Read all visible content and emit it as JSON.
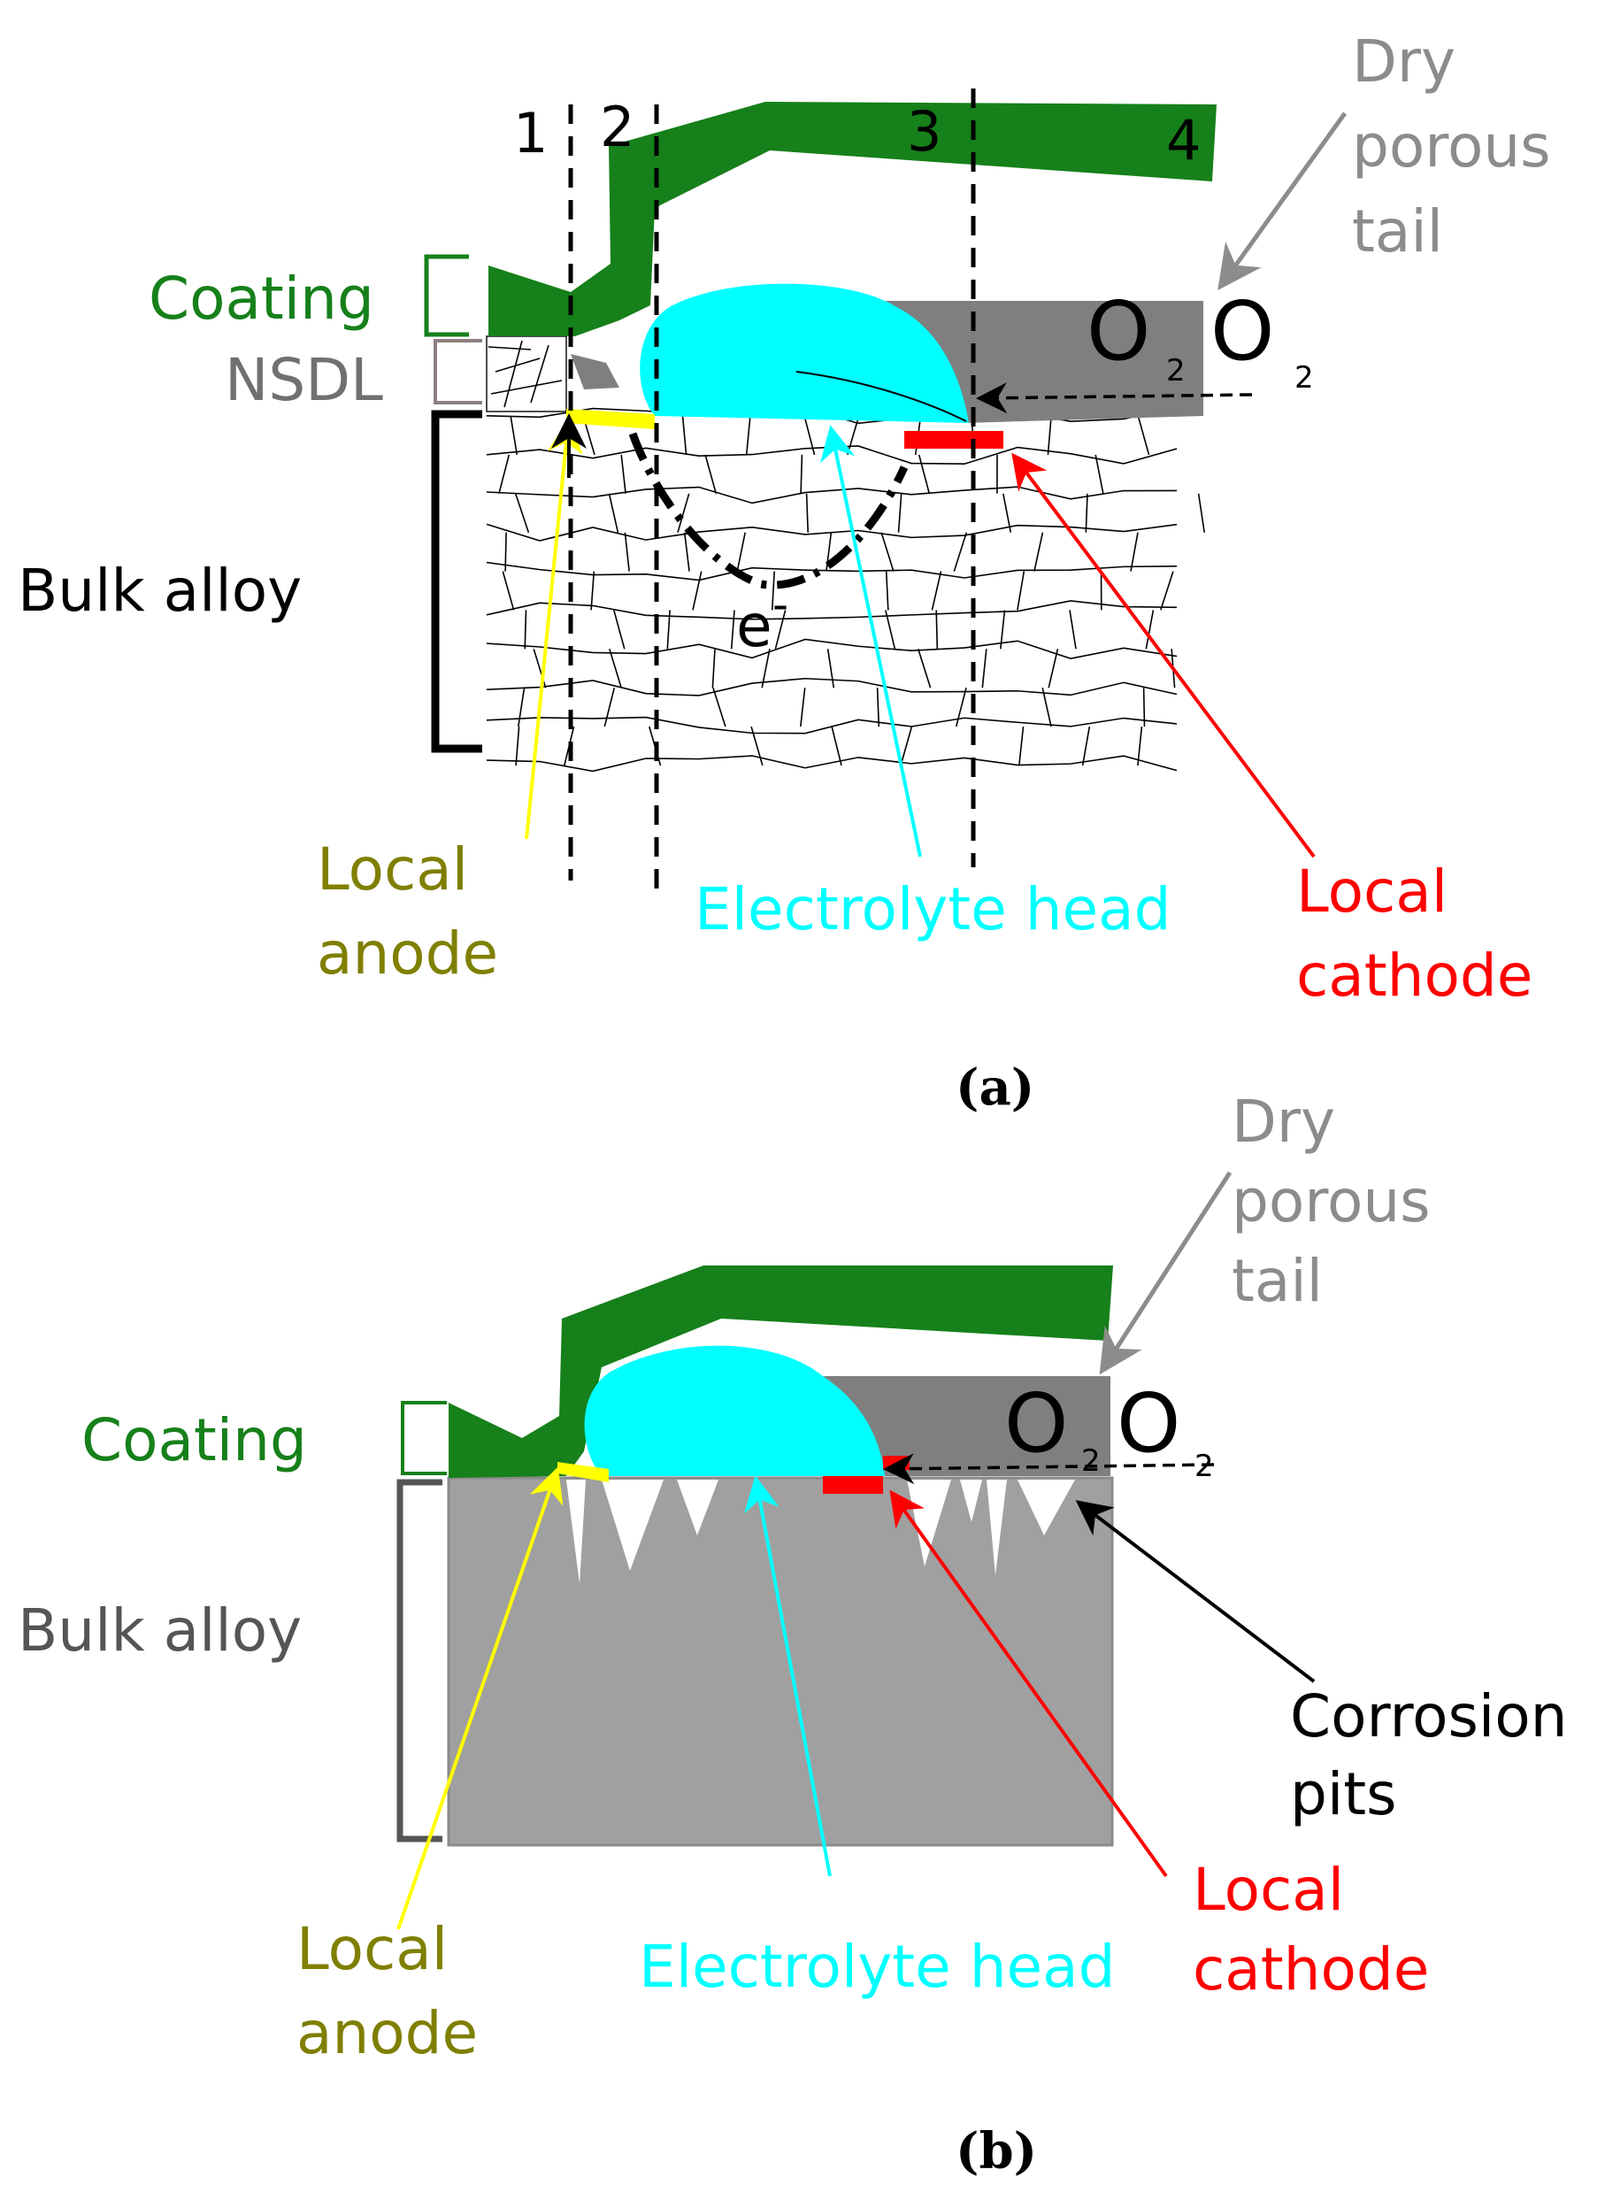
{
  "colors": {
    "coating": "#16801a",
    "nsdl_gray": "#7f7f7f",
    "electrolyte": "#00ffff",
    "anode": "#ffff00",
    "anode_text": "#7f7f00",
    "cathode": "#ff0000",
    "tail_text": "#8c8c8c",
    "bulk_gray": "#a0a0a0",
    "bracket_dark": "#555555"
  },
  "panel_a": {
    "zones": [
      "1",
      "2",
      "3",
      "4"
    ],
    "coating_label": "Coating",
    "nsdl_label": "NSDL",
    "bulk_label": "Bulk alloy",
    "tail_label": [
      "Dry",
      "porous",
      "tail"
    ],
    "o2_base": "O",
    "o2_sub": "2",
    "electron_label": "e",
    "electron_sup": "-",
    "anode_label": [
      "Local",
      "anode"
    ],
    "electrolyte_label": "Electrolyte head",
    "cathode_label": [
      "Local",
      "cathode"
    ],
    "caption": "(a)"
  },
  "panel_b": {
    "coating_label": "Coating",
    "bulk_label": "Bulk alloy",
    "tail_label": [
      "Dry",
      "porous",
      "tail"
    ],
    "o2_base": "O",
    "o2_sub": "2",
    "pits_label": [
      "Corrosion",
      "pits"
    ],
    "anode_label": [
      "Local",
      "anode"
    ],
    "electrolyte_label": "Electrolyte head",
    "cathode_label": [
      "Local",
      "cathode"
    ],
    "caption": "(b)"
  }
}
